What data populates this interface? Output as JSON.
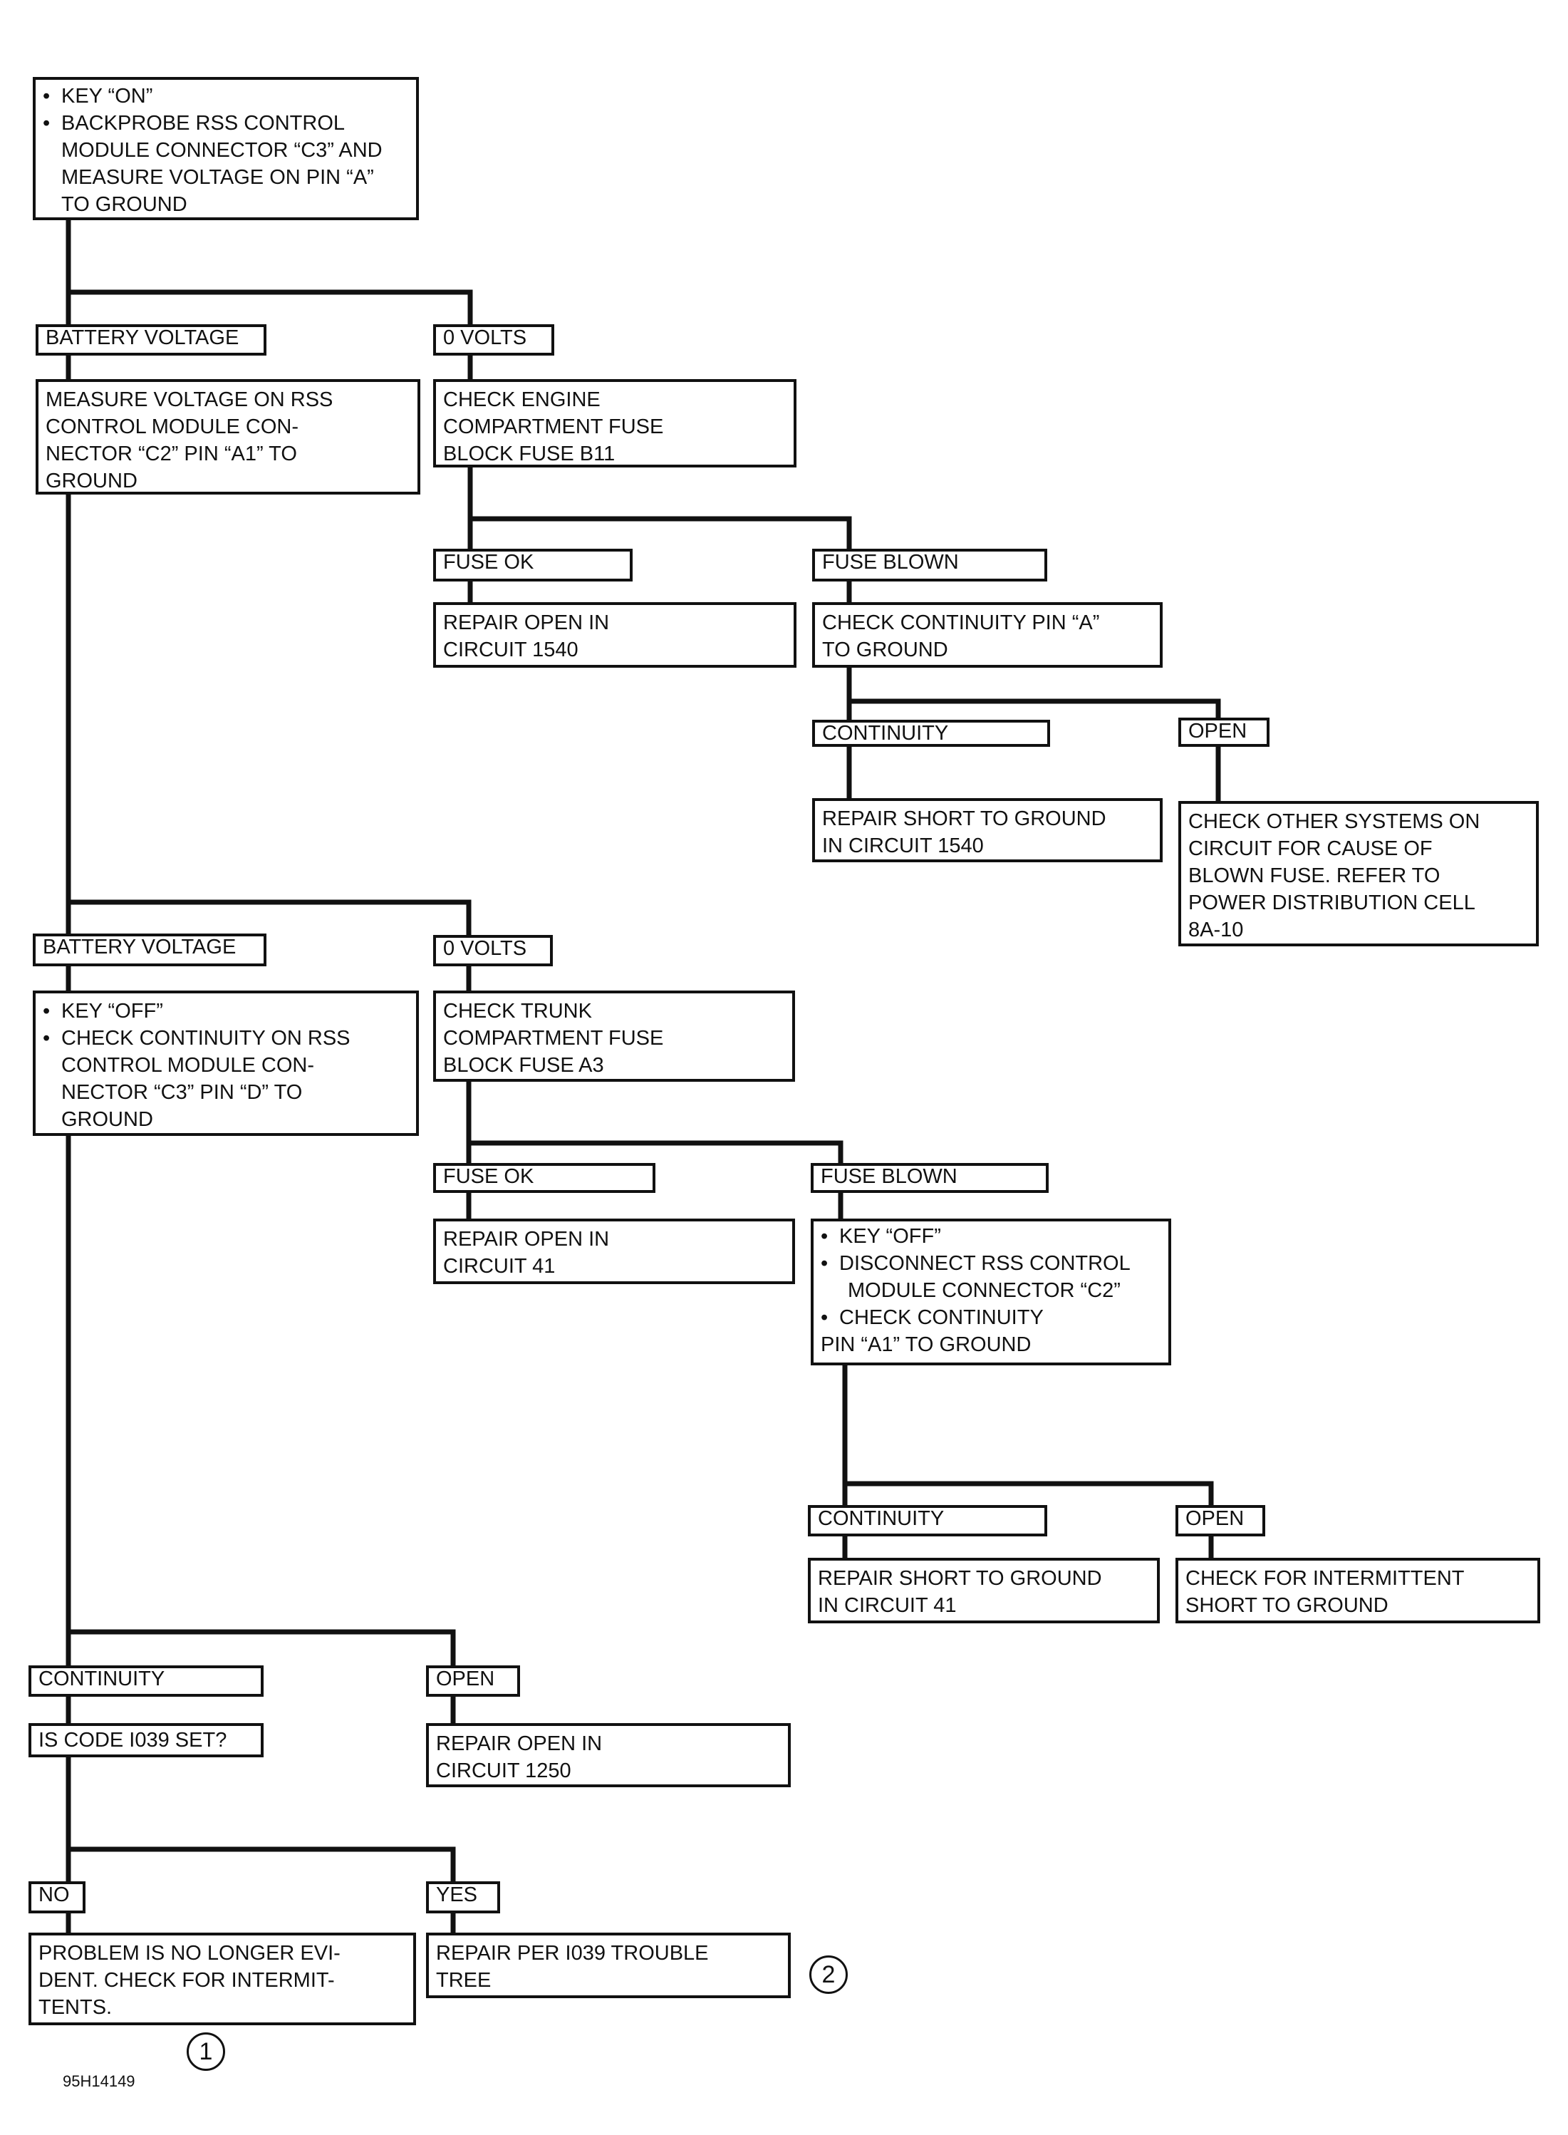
{
  "diagram": {
    "boxes": {
      "start": {
        "bullets": [
          "KEY “ON”",
          "BACKPROBE RSS CONTROL"
        ],
        "cont": [
          "MODULE CONNECTOR “C3” AND",
          "MEASURE VOLTAGE ON PIN “A”",
          "TO GROUND"
        ]
      },
      "a_lbl": "BATTERY VOLTAGE",
      "a_box": [
        "MEASURE VOLTAGE ON RSS",
        "CONTROL MODULE CON-",
        "NECTOR “C2” PIN “A1” TO",
        "GROUND"
      ],
      "b_lbl": "0 VOLTS",
      "b_box": [
        "CHECK ENGINE",
        "COMPARTMENT FUSE",
        "BLOCK FUSE B11"
      ],
      "b1_lbl": "FUSE OK",
      "b1_box": [
        "REPAIR OPEN IN",
        "CIRCUIT 1540"
      ],
      "b2_lbl": "FUSE BLOWN",
      "b2_box": [
        "CHECK CONTINUITY PIN “A”",
        "TO GROUND"
      ],
      "b2a_lbl": "CONTINUITY",
      "b2a_box": [
        "REPAIR SHORT TO GROUND",
        "IN CIRCUIT 1540"
      ],
      "b2b_lbl": "OPEN",
      "b2b_box": [
        "CHECK OTHER SYSTEMS ON",
        "CIRCUIT FOR CAUSE OF",
        "BLOWN FUSE.  REFER TO",
        "POWER DISTRIBUTION CELL",
        "8A-10"
      ],
      "c_lbl": "BATTERY VOLTAGE",
      "c_box": {
        "bullets": [
          "KEY “OFF”",
          "CHECK CONTINUITY ON RSS"
        ],
        "cont": [
          "CONTROL MODULE CON-",
          "NECTOR “C3” PIN “D” TO",
          "GROUND"
        ]
      },
      "d_lbl": "0 VOLTS",
      "d_box": [
        "CHECK TRUNK",
        "COMPARTMENT FUSE",
        "BLOCK FUSE A3"
      ],
      "d1_lbl": "FUSE OK",
      "d1_box": [
        "REPAIR OPEN IN",
        "CIRCUIT 41"
      ],
      "d2_lbl": "FUSE BLOWN",
      "d2_box": {
        "b1": "KEY “OFF”",
        "b2": "DISCONNECT RSS CONTROL",
        "c2": "MODULE CONNECTOR “C2”",
        "b3": "CHECK CONTINUITY",
        "c3": "PIN “A1” TO GROUND"
      },
      "d2a_lbl": "CONTINUITY",
      "d2a_box": [
        "REPAIR SHORT TO GROUND",
        "IN CIRCUIT 41"
      ],
      "d2b_lbl": "OPEN",
      "d2b_box": [
        "CHECK FOR INTERMITTENT",
        "SHORT TO GROUND"
      ],
      "e_lbl": "CONTINUITY",
      "e_box": [
        "IS CODE I039 SET?"
      ],
      "f_lbl": "OPEN",
      "f_box": [
        "REPAIR OPEN IN",
        "CIRCUIT 1250"
      ],
      "g_lbl": "NO",
      "g_box": [
        "PROBLEM IS NO LONGER EVI-",
        "DENT.  CHECK FOR INTERMIT-",
        "TENTS."
      ],
      "h_lbl": "YES",
      "h_box": [
        "REPAIR PER I039 TROUBLE",
        "TREE"
      ]
    },
    "callouts": [
      "1",
      "2"
    ],
    "figure_id": "95H14149"
  }
}
